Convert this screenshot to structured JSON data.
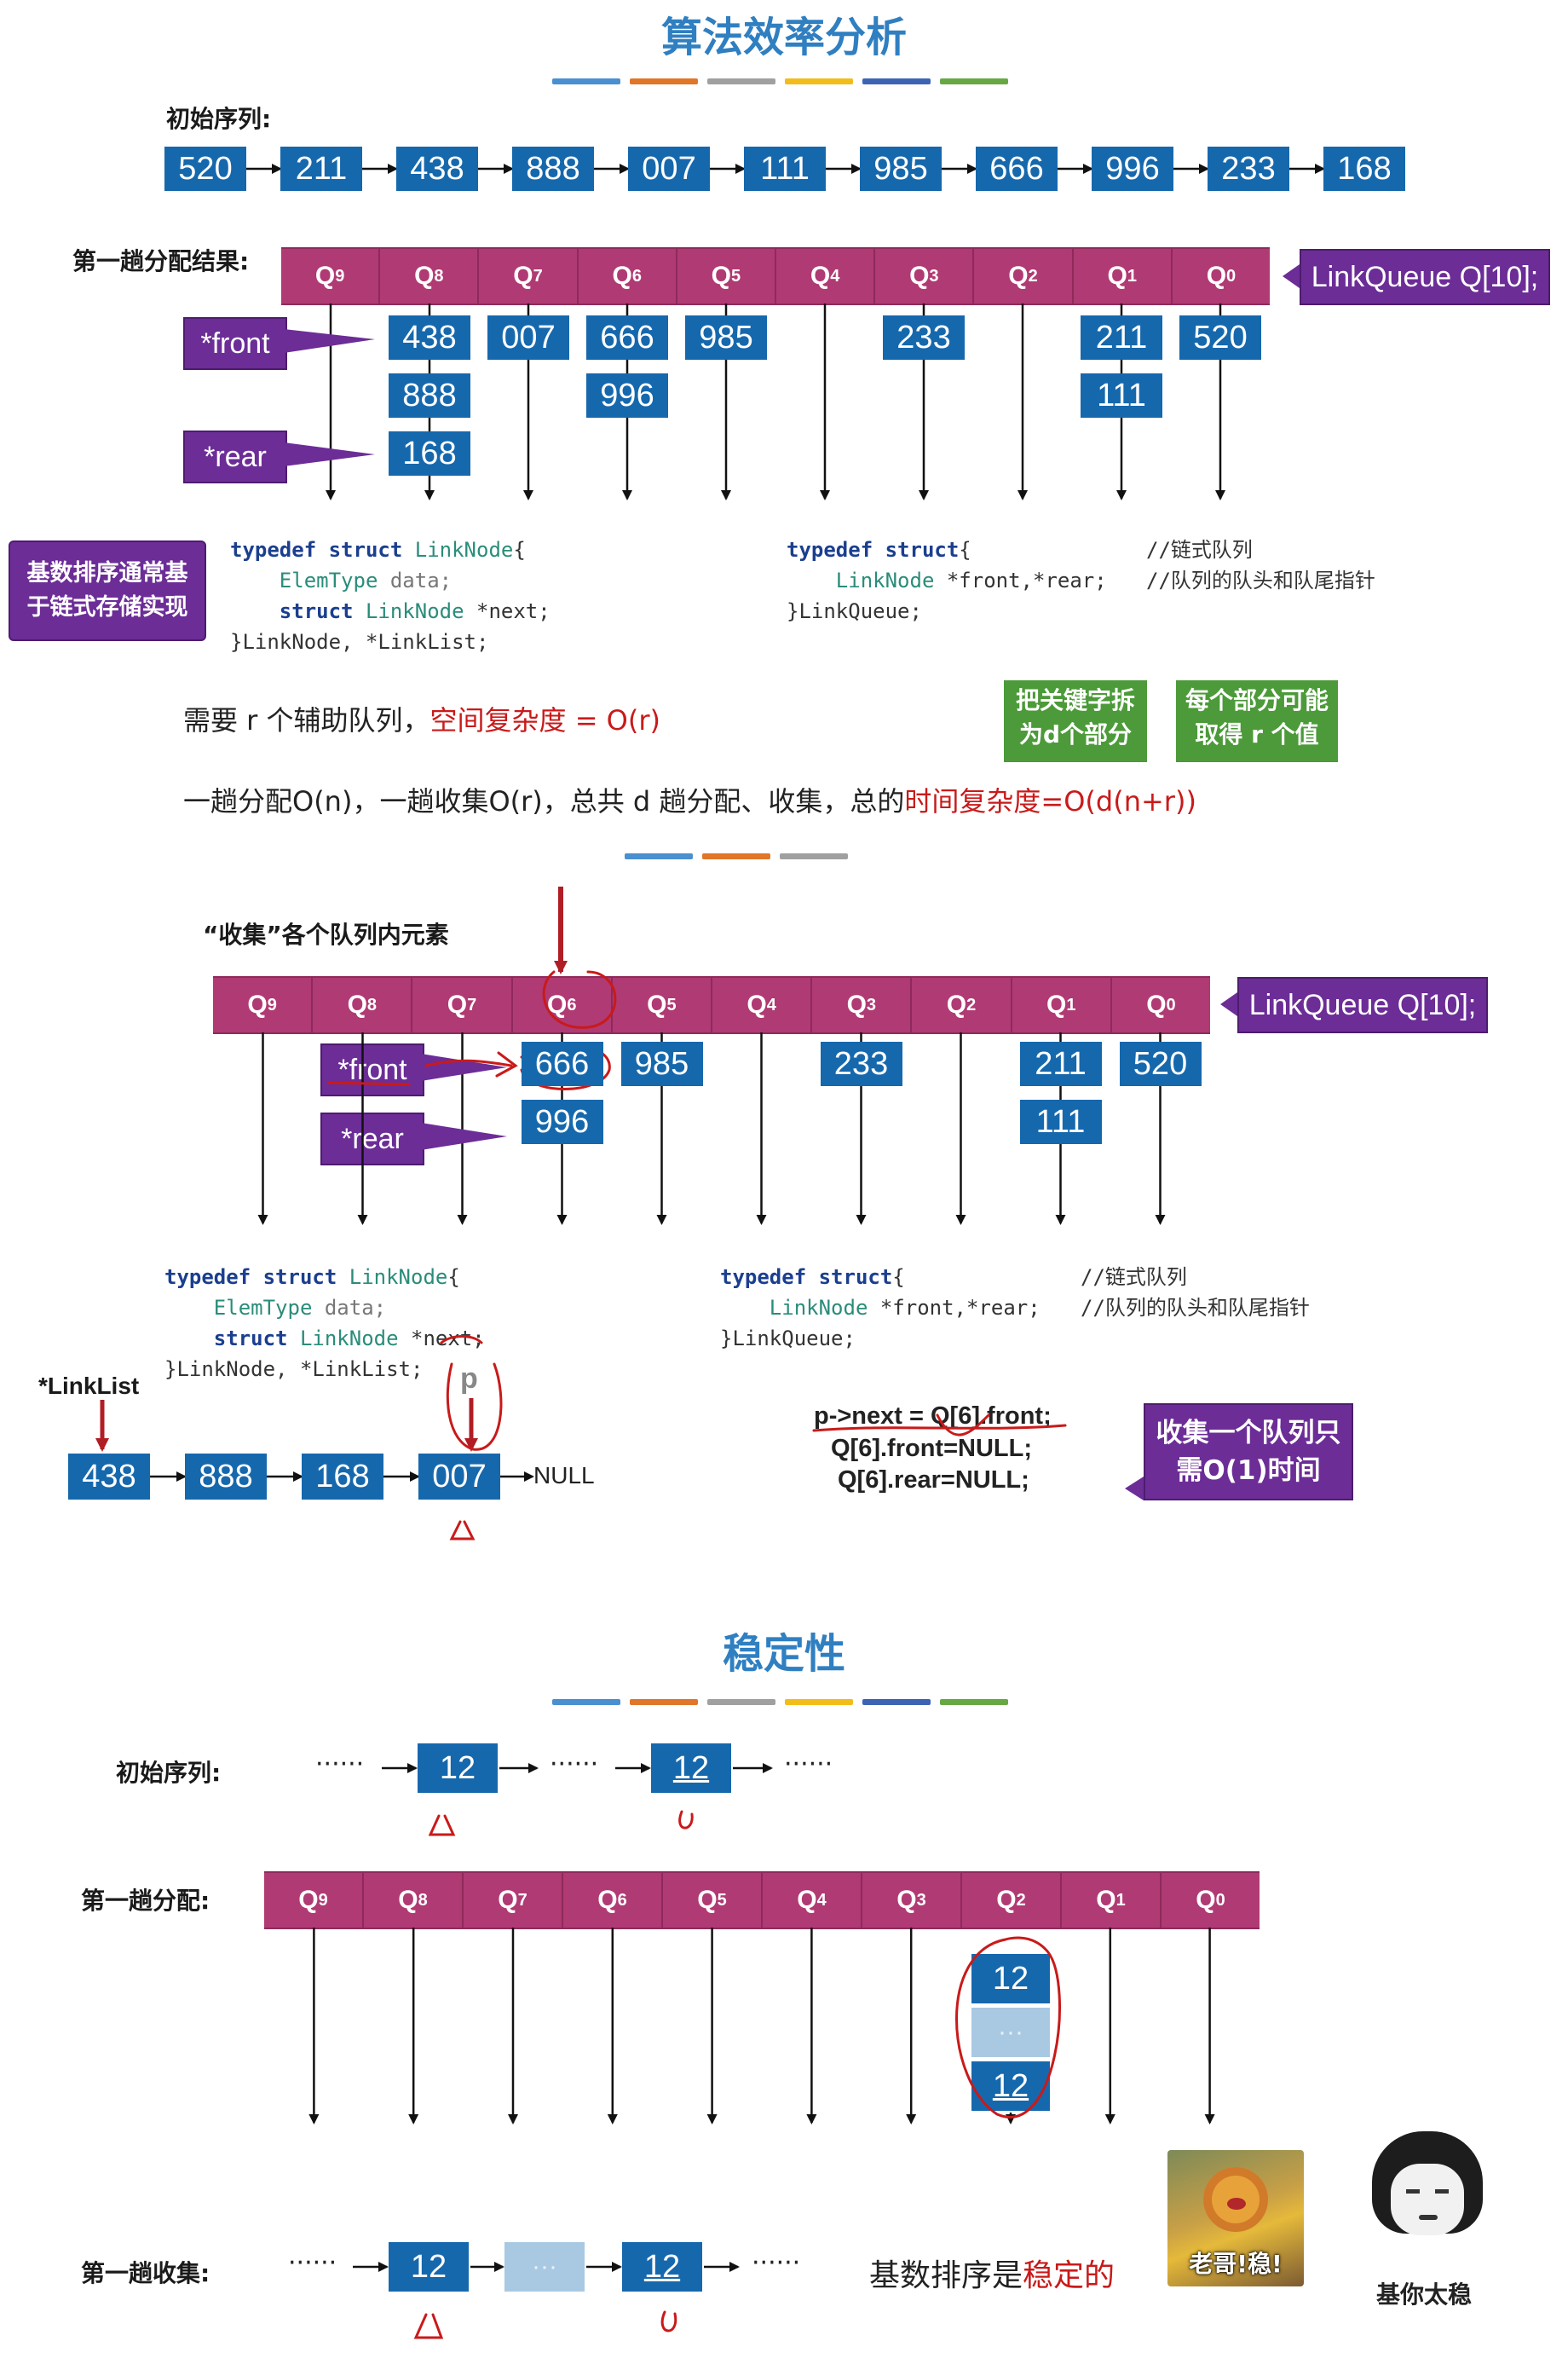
{
  "sections": {
    "efficiency_title": "算法效率分析",
    "stability_title": "稳定性"
  },
  "colorbar_colors": [
    "#4a8fd0",
    "#e0762a",
    "#a0a0a0",
    "#f2bd1a",
    "#3d64b4",
    "#68a844"
  ],
  "initial_sequence": {
    "label": "初始序列:",
    "values": [
      "520",
      "211",
      "438",
      "888",
      "007",
      "111",
      "985",
      "666",
      "996",
      "233",
      "168"
    ]
  },
  "distribution": {
    "label": "第一趟分配结果:",
    "queue_labels": [
      "Q",
      "Q",
      "Q",
      "Q",
      "Q",
      "Q",
      "Q",
      "Q",
      "Q",
      "Q"
    ],
    "queue_subs": [
      "9",
      "8",
      "7",
      "6",
      "5",
      "4",
      "3",
      "2",
      "1",
      "0"
    ],
    "linkqueue_label": "LinkQueue Q[10];",
    "front_label": "*front",
    "rear_label": "*rear",
    "columns": [
      {
        "q": "9",
        "items": []
      },
      {
        "q": "8",
        "items": [
          "438",
          "888",
          "168"
        ]
      },
      {
        "q": "7",
        "items": [
          "007"
        ]
      },
      {
        "q": "6",
        "items": [
          "666",
          "996"
        ]
      },
      {
        "q": "5",
        "items": [
          "985"
        ]
      },
      {
        "q": "4",
        "items": []
      },
      {
        "q": "3",
        "items": [
          "233"
        ]
      },
      {
        "q": "2",
        "items": []
      },
      {
        "q": "1",
        "items": [
          "211",
          "111"
        ]
      },
      {
        "q": "0",
        "items": [
          "520"
        ]
      }
    ]
  },
  "radix_note": "基数排序通常基于链式存储实现",
  "radix_note_lines": [
    "基数排序通常基",
    "于链式存储实现"
  ],
  "code_linknode": {
    "l1_kw": "typedef struct ",
    "l1_ty": "LinkNode",
    "l1_end": "{",
    "l2_ty": "ElemType ",
    "l2_rest": "data;",
    "l3_kw": "struct ",
    "l3_ty": "LinkNode ",
    "l3_rest": "*next;",
    "l4": "}LinkNode, *LinkList;"
  },
  "code_linkqueue": {
    "l1_kw": "typedef struct",
    "l1_end": "{",
    "l1_comment": "//链式队列",
    "l2_ty": "LinkNode ",
    "l2_rest": "*front,*rear;",
    "l2_comment": "//队列的队头和队尾指针",
    "l3": "}LinkQueue;"
  },
  "space_text": {
    "prefix": "需要 r 个辅助队列，",
    "red": "空间复杂度 = O(r)"
  },
  "time_text": {
    "prefix": "一趟分配O(n)，一趟收集O(r)，总共 d 趟分配、收集，总的",
    "red": "时间复杂度=O(d(n+r))"
  },
  "green_notes": [
    {
      "line1": "把关键字拆",
      "line2": "为d个部分"
    },
    {
      "line1": "每个部分可能",
      "line2": "取得 r 个值"
    }
  ],
  "collect": {
    "label": "“收集”各个队列内元素",
    "linkqueue_label": "LinkQueue Q[10];",
    "front_label": "*front",
    "rear_label": "*rear",
    "columns": [
      {
        "q": "9",
        "items": []
      },
      {
        "q": "8",
        "items": []
      },
      {
        "q": "7",
        "items": []
      },
      {
        "q": "6",
        "items": [
          "666",
          "996"
        ]
      },
      {
        "q": "5",
        "items": [
          "985"
        ]
      },
      {
        "q": "4",
        "items": []
      },
      {
        "q": "3",
        "items": [
          "233"
        ]
      },
      {
        "q": "2",
        "items": []
      },
      {
        "q": "1",
        "items": [
          "211",
          "111"
        ]
      },
      {
        "q": "0",
        "items": [
          "520"
        ]
      }
    ],
    "linklist_label": "*LinkList",
    "linklist_values": [
      "438",
      "888",
      "168",
      "007"
    ],
    "null_label": "NULL",
    "p_label": "p",
    "ops": [
      "p->next = Q[6].front;",
      "Q[6].front=NULL;",
      "Q[6].rear=NULL;"
    ],
    "collect_note_lines": [
      "收集一个队列只",
      "需O(1)时间"
    ]
  },
  "stability": {
    "initial_label": "初始序列:",
    "dots": "······",
    "value": "12",
    "dist_label": "第一趟分配:",
    "collect_label": "第一趟收集:",
    "q2_items": [
      "12",
      "···",
      "12"
    ],
    "stable_prefix": "基数排序是",
    "stable_red": "稳定的",
    "meme1_caption": "老哥!稳!",
    "meme2_caption": "基你太稳"
  }
}
